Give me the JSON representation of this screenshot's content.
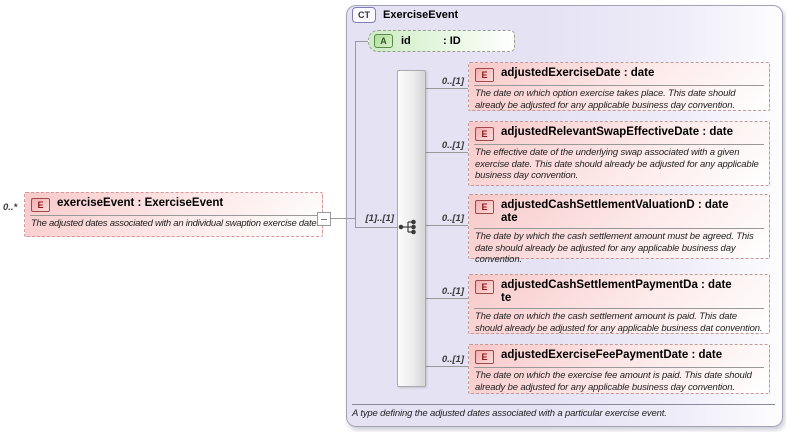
{
  "source_element": {
    "cardinality": "0..*",
    "badge": "E",
    "name": "exerciseEvent : ExerciseEvent",
    "annotation": "The adjusted dates associated with an individual swaption exercise date."
  },
  "ct": {
    "badge": "CT",
    "title": "ExerciseEvent",
    "annotation": "A type defining the adjusted dates associated with a particular exercise event.",
    "attribute": {
      "badge": "A",
      "name": "id",
      "type": ": ID"
    },
    "compositor": {
      "kind": "sequence",
      "cardinality": "[1]..[1]"
    },
    "children": [
      {
        "badge": "E",
        "cardinality": "0..[1]",
        "name_line1": "adjustedExerciseDate : date",
        "name_line2": "",
        "annotation": "The date on which option exercise takes place. This date should already be adjusted for any applicable business day convention."
      },
      {
        "badge": "E",
        "cardinality": "0..[1]",
        "name_line1": "adjustedRelevantSwapEffectiveDate : date",
        "name_line2": "",
        "annotation": "The effective date of the underlying swap associated with a given exercise date. This date should already be adjusted for any applicable business day convention."
      },
      {
        "badge": "E",
        "cardinality": "0..[1]",
        "name_line1": "adjustedCashSettlementValuationD : date",
        "name_line2": "ate",
        "annotation": "The date by which the cash settlement amount must be agreed. This date should already be adjusted for any applicable business day convention."
      },
      {
        "badge": "E",
        "cardinality": "0..[1]",
        "name_line1": "adjustedCashSettlementPaymentDa : date",
        "name_line2": "te",
        "annotation": "The date on which the cash settlement amount is paid. This date should already be adjusted for any applicable business dat convention."
      },
      {
        "badge": "E",
        "cardinality": "0..[1]",
        "name_line1": "adjustedExerciseFeePaymentDate : date",
        "name_line2": "",
        "annotation": "The date on which the exercise fee amount is paid. This date should already be adjusted for any applicable business day convention."
      }
    ]
  },
  "colors": {
    "element_pink": "#f8c9c9",
    "type_lavender": "#e5e2f4",
    "attribute_green": "#cdecc4",
    "line_gray": "#999999"
  }
}
